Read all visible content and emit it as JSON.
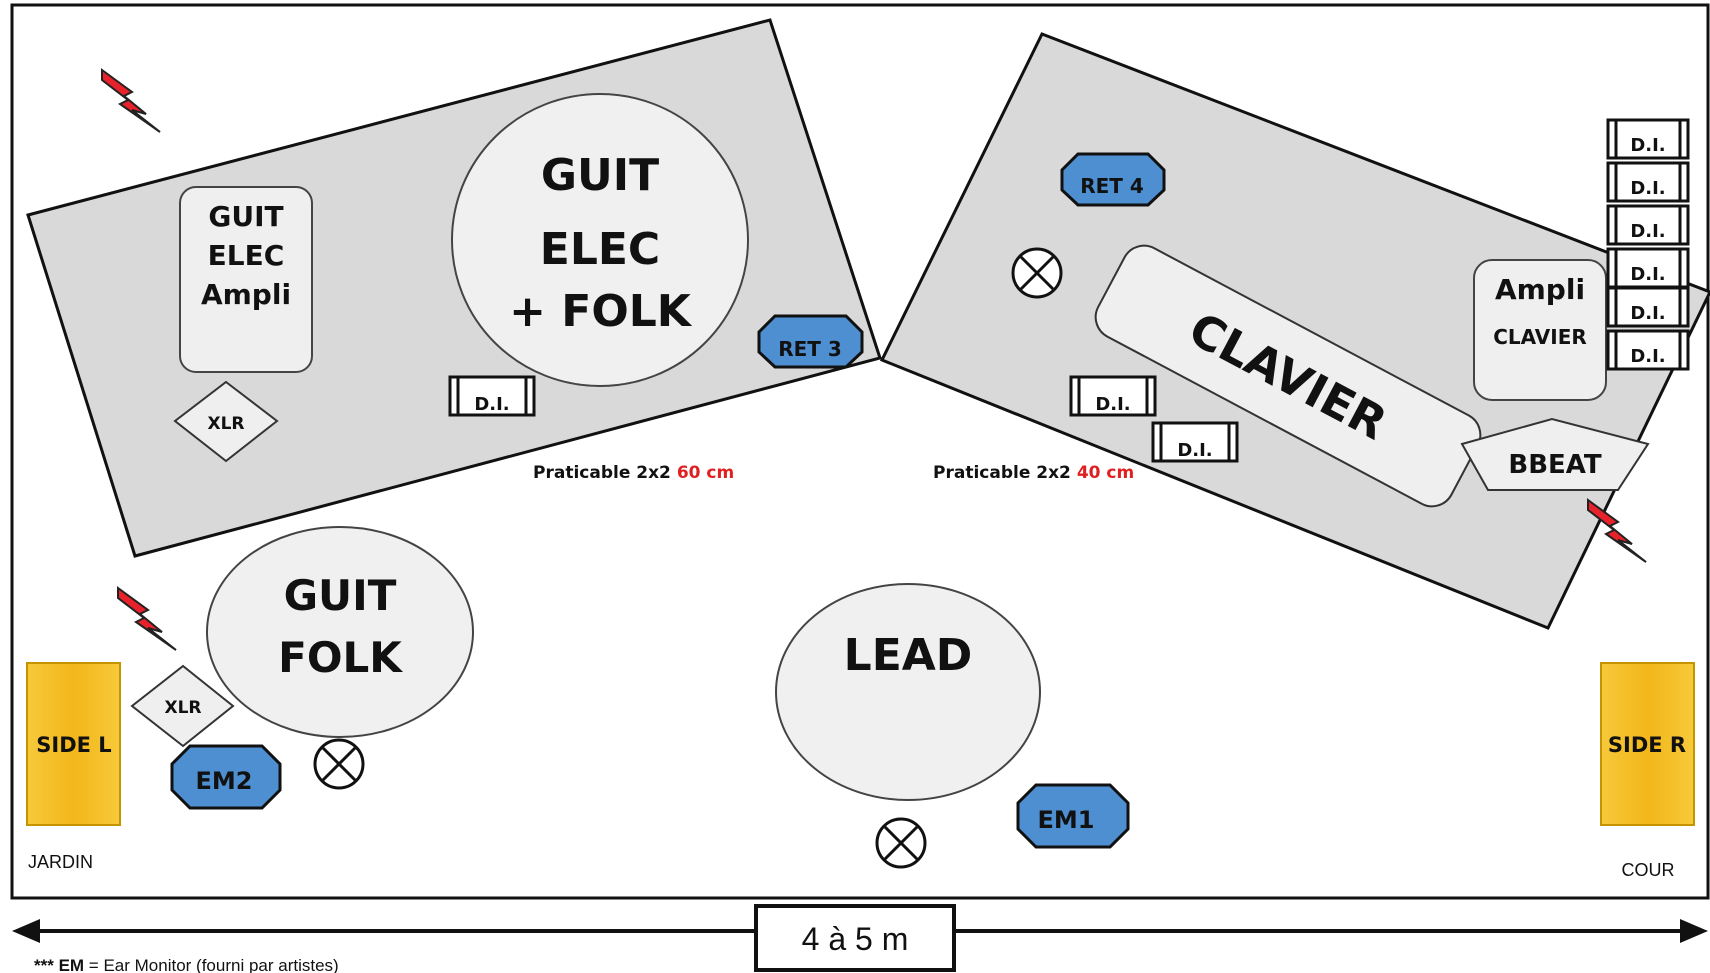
{
  "stage": {
    "left_label": "JARDIN",
    "right_label": "COUR",
    "width_label": "4 à 5 m",
    "footnote_prefix": "*** ",
    "footnote_em": "EM",
    "footnote_rest": " = Ear Monitor (fourni par artistes)"
  },
  "risers": {
    "left": {
      "label": "Praticable 2x2 ",
      "height": "60 cm"
    },
    "right": {
      "label": "Praticable 2x2 ",
      "height": "40 cm"
    }
  },
  "instruments": {
    "guit_elec_ampli": [
      "GUIT",
      "ELEC",
      "Ampli"
    ],
    "guit_elec_folk": [
      "GUIT",
      "ELEC",
      "+ FOLK"
    ],
    "guit_folk": [
      "GUIT",
      "FOLK"
    ],
    "lead": "LEAD",
    "clavier": "CLAVIER",
    "ampli_clavier": [
      "Ampli",
      "CLAVIER"
    ],
    "bbeat": "BBEAT"
  },
  "connectors": {
    "xlr": "XLR",
    "di": "D.I."
  },
  "monitors": {
    "ret3": "RET 3",
    "ret4": "RET 4",
    "em1": "EM1",
    "em2": "EM2"
  },
  "sides": {
    "left": "SIDE L",
    "right": "SIDE R"
  },
  "colors": {
    "riser": "#d9d9d9",
    "monitor": "#4d8fd1",
    "side": "#f5bd1f",
    "height_accent": "#e02020",
    "power": "#e8222a"
  },
  "icons": {
    "power": "lightning-bolt-icon",
    "mic_stand": "circle-x-icon"
  }
}
